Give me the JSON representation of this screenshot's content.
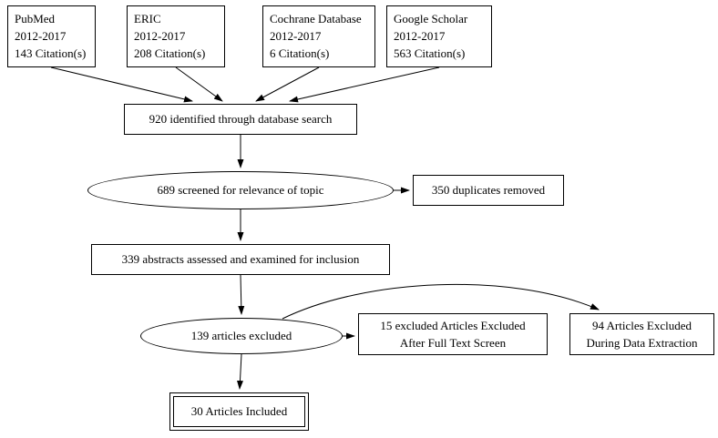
{
  "diagram": {
    "stroke_color": "#000000",
    "background_color": "#ffffff",
    "sources": [
      {
        "name": "PubMed",
        "years": "2012-2017",
        "citations": "143 Citation(s)"
      },
      {
        "name": "ERIC",
        "years": "2012-2017",
        "citations": "208 Citation(s)"
      },
      {
        "name": "Cochrane Database",
        "years": "2012-2017",
        "citations": "6 Citation(s)"
      },
      {
        "name": "Google Scholar",
        "years": "2012-2017",
        "citations": "563 Citation(s)"
      }
    ],
    "identified": "920 identified through database search",
    "screened": "689 screened for relevance of topic",
    "duplicates_removed": "350 duplicates removed",
    "abstracts_assessed": "339 abstracts assessed and examined for inclusion",
    "articles_excluded": "139 articles excluded",
    "full_text_excluded": {
      "line1": "15 excluded Articles Excluded",
      "line2": "After Full Text Screen"
    },
    "data_extraction_excluded": {
      "line1": "94 Articles Excluded",
      "line2": "During Data Extraction"
    },
    "included": "30 Articles Included"
  }
}
